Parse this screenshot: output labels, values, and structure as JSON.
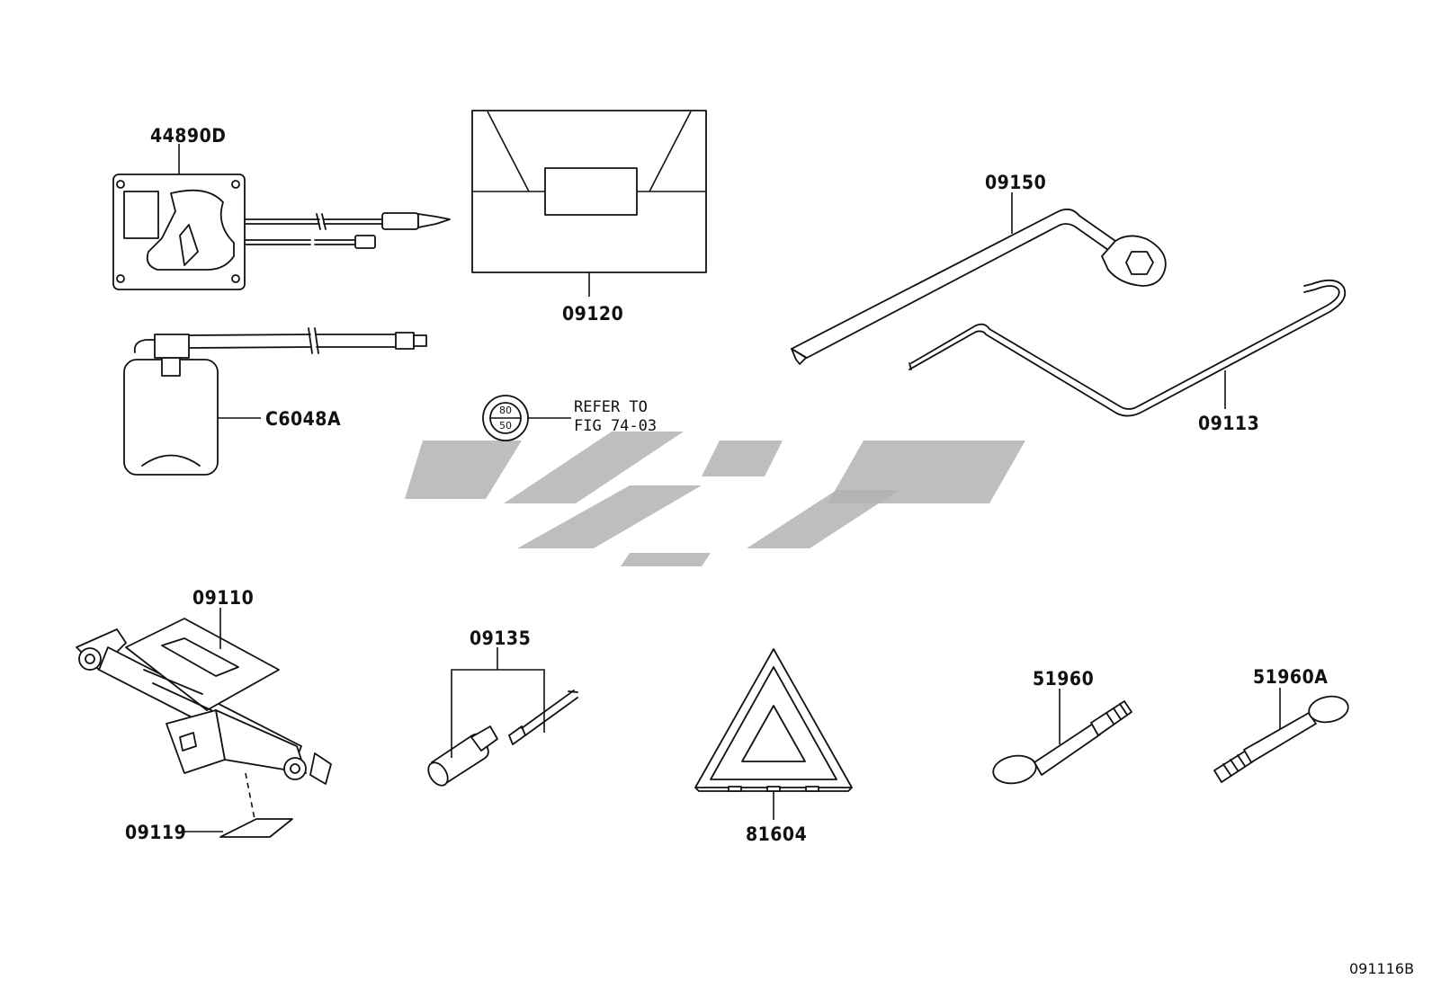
{
  "labels": {
    "p44890D": "44890D",
    "p09120": "09120",
    "p09150": "09150",
    "p09113": "09113",
    "pC6048A": "C6048A",
    "p09110": "09110",
    "p09119": "09119",
    "p09135": "09135",
    "p81604": "81604",
    "p51960": "51960",
    "p51960A": "51960A"
  },
  "reference": {
    "line1": "REFER TO",
    "line2": "FIG 74-03",
    "circle_top": "80",
    "circle_bottom": "50"
  },
  "figure_code": "091116B"
}
